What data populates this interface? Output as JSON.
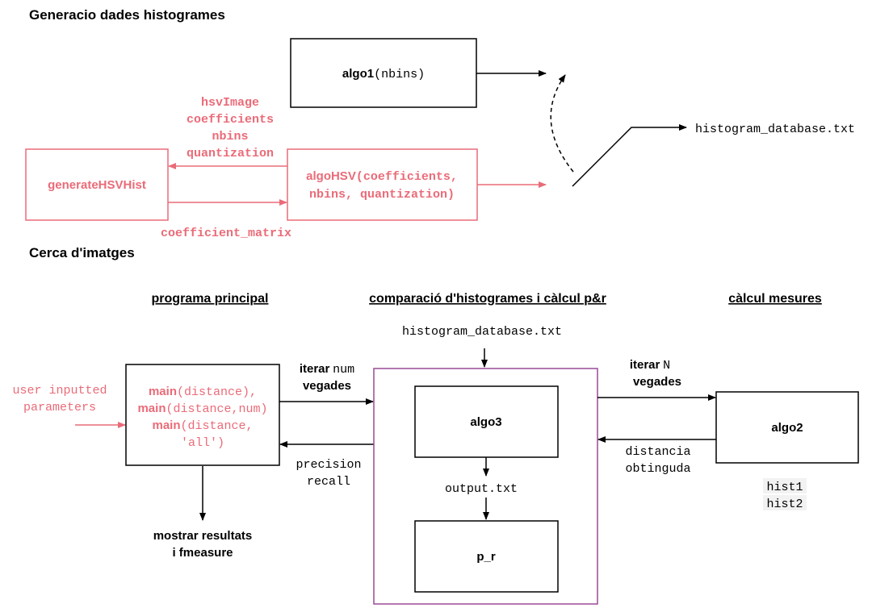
{
  "colors": {
    "black": "#000000",
    "pink": "#ea6b78",
    "purple": "#9a4a96"
  },
  "top_section": {
    "title": "Generacio dades histogrames",
    "algo1": {
      "name": "algo1",
      "args": "(nbins)"
    },
    "hsv_params": [
      "hsvImage",
      "coefficients",
      "nbins",
      "quantization"
    ],
    "generate_box": "generateHSVHist",
    "algohsv": {
      "name": "algoHSV",
      "line1_args": "(coefficients,",
      "line2": "nbins, quantization)"
    },
    "coef_matrix": "coefficient_matrix",
    "output_file": "histogram_database.txt"
  },
  "bottom_section": {
    "title": "Cerca d'imatges",
    "headings": {
      "main_program": "programa principal",
      "comparison": "comparació d'histogrames i càlcul p&r",
      "measures": "càlcul mesures"
    },
    "db_input": "histogram_database.txt",
    "user_input": [
      "user inputted",
      "parameters"
    ],
    "main_box": {
      "line1": {
        "name": "main",
        "args": "(distance),"
      },
      "line2": {
        "name": "main",
        "args": "(distance,num)"
      },
      "line3": {
        "name": "main",
        "args": "(distance,"
      },
      "line4": "'all')"
    },
    "iterar_num": {
      "word": "iterar",
      "var": "num",
      "rest": "vegades"
    },
    "precision_recall": [
      "precision",
      "recall"
    ],
    "results": [
      "mostrar resultats",
      "i fmeasure"
    ],
    "algo3": "algo3",
    "output_txt": "output.txt",
    "p_r": "p_r",
    "iterar_n": {
      "word": "iterar",
      "var": "N",
      "rest": "vegades"
    },
    "distancia": [
      "distancia",
      "obtinguda"
    ],
    "algo2": "algo2",
    "hist_labels": [
      "hist1",
      "hist2"
    ]
  }
}
